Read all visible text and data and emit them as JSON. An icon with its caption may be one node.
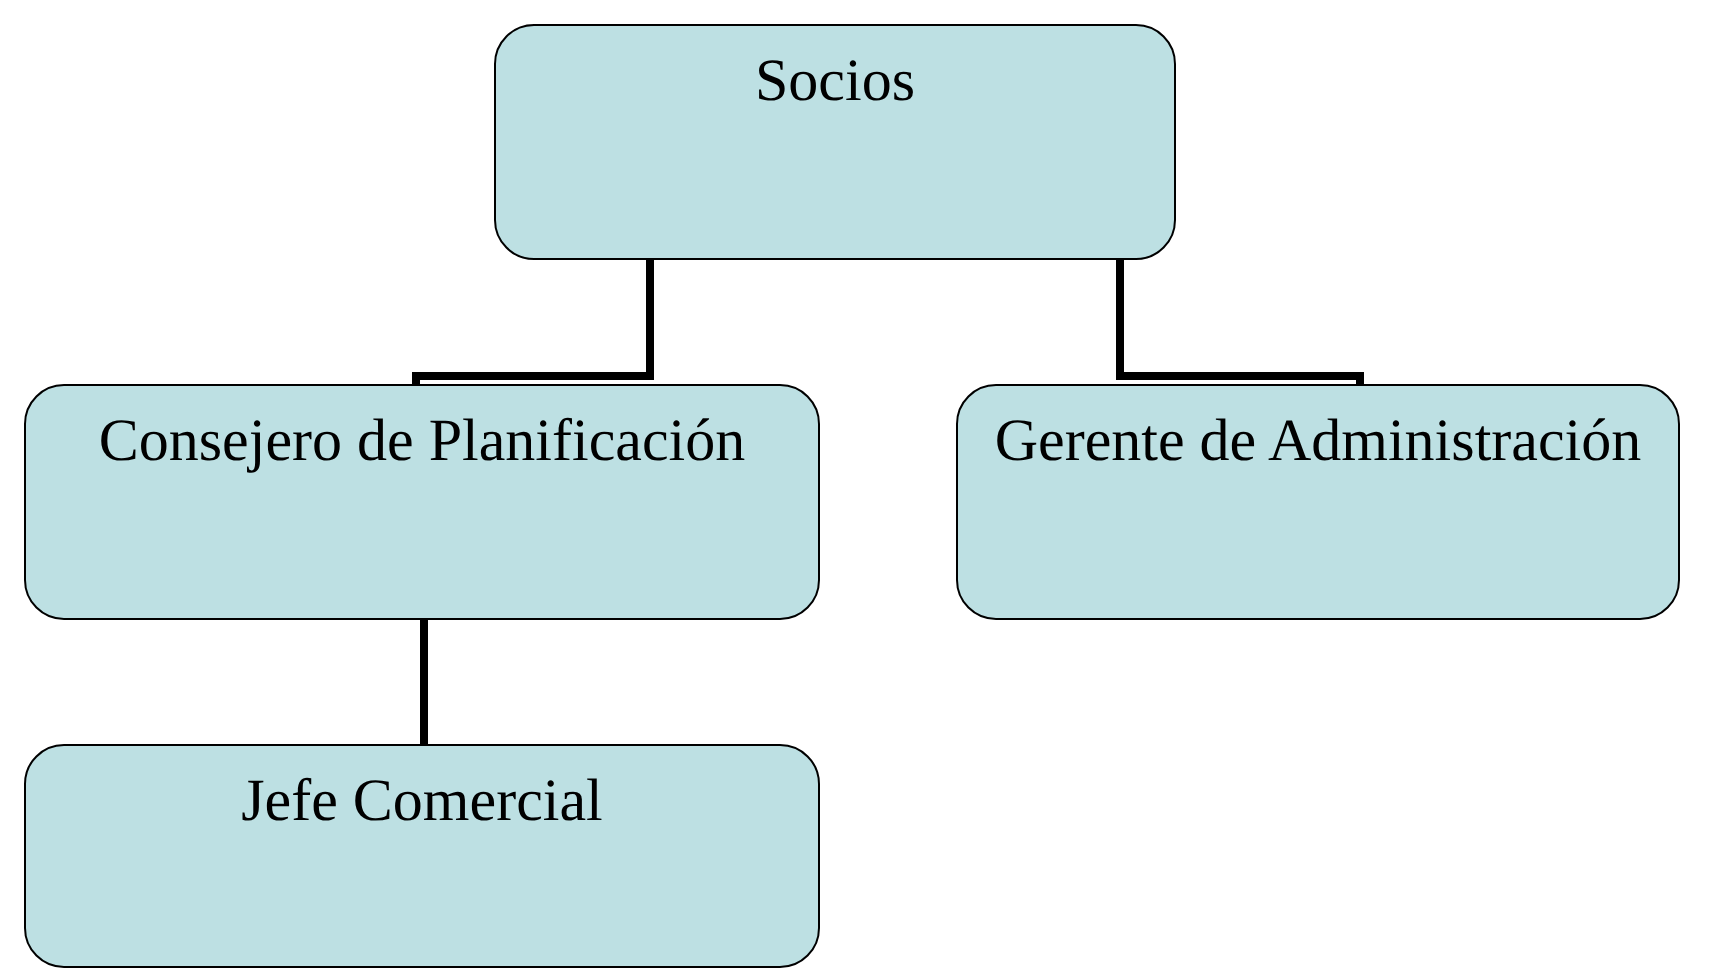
{
  "diagram": {
    "nodes": [
      {
        "text": [
          "Socios"
        ]
      },
      {
        "text": [
          "Consejero de Planificación"
        ]
      },
      {
        "text": [
          "Gerente de Administración"
        ]
      },
      {
        "text": [
          "Jefe Comercial"
        ]
      }
    ],
    "edges": [
      {
        "from": 0,
        "to": 1,
        "arrow": "none"
      },
      {
        "from": 0,
        "to": 2,
        "arrow": "none"
      },
      {
        "from": 1,
        "to": 3,
        "arrow": "none"
      }
    ]
  }
}
